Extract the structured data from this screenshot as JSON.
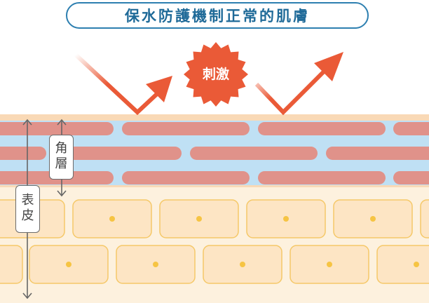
{
  "title": "保水防護機制正常的肌膚",
  "burst_label": "刺激",
  "horny_layer_label": [
    "角",
    "層"
  ],
  "epidermis_label": [
    "表",
    "皮"
  ],
  "colors": {
    "title_border": "#2d7fb0",
    "title_text": "#1f6a98",
    "arrow": "#ea5a37",
    "burst": "#ea5a37",
    "horny_band": "#f9d9b6",
    "water": "#bfe0f4",
    "horny_cell": "#e0928a",
    "cell_fill": "#fde5c4",
    "cell_border": "#f5c868",
    "nucleus": "#f6c443",
    "skin_bg": "#fdf1de"
  }
}
